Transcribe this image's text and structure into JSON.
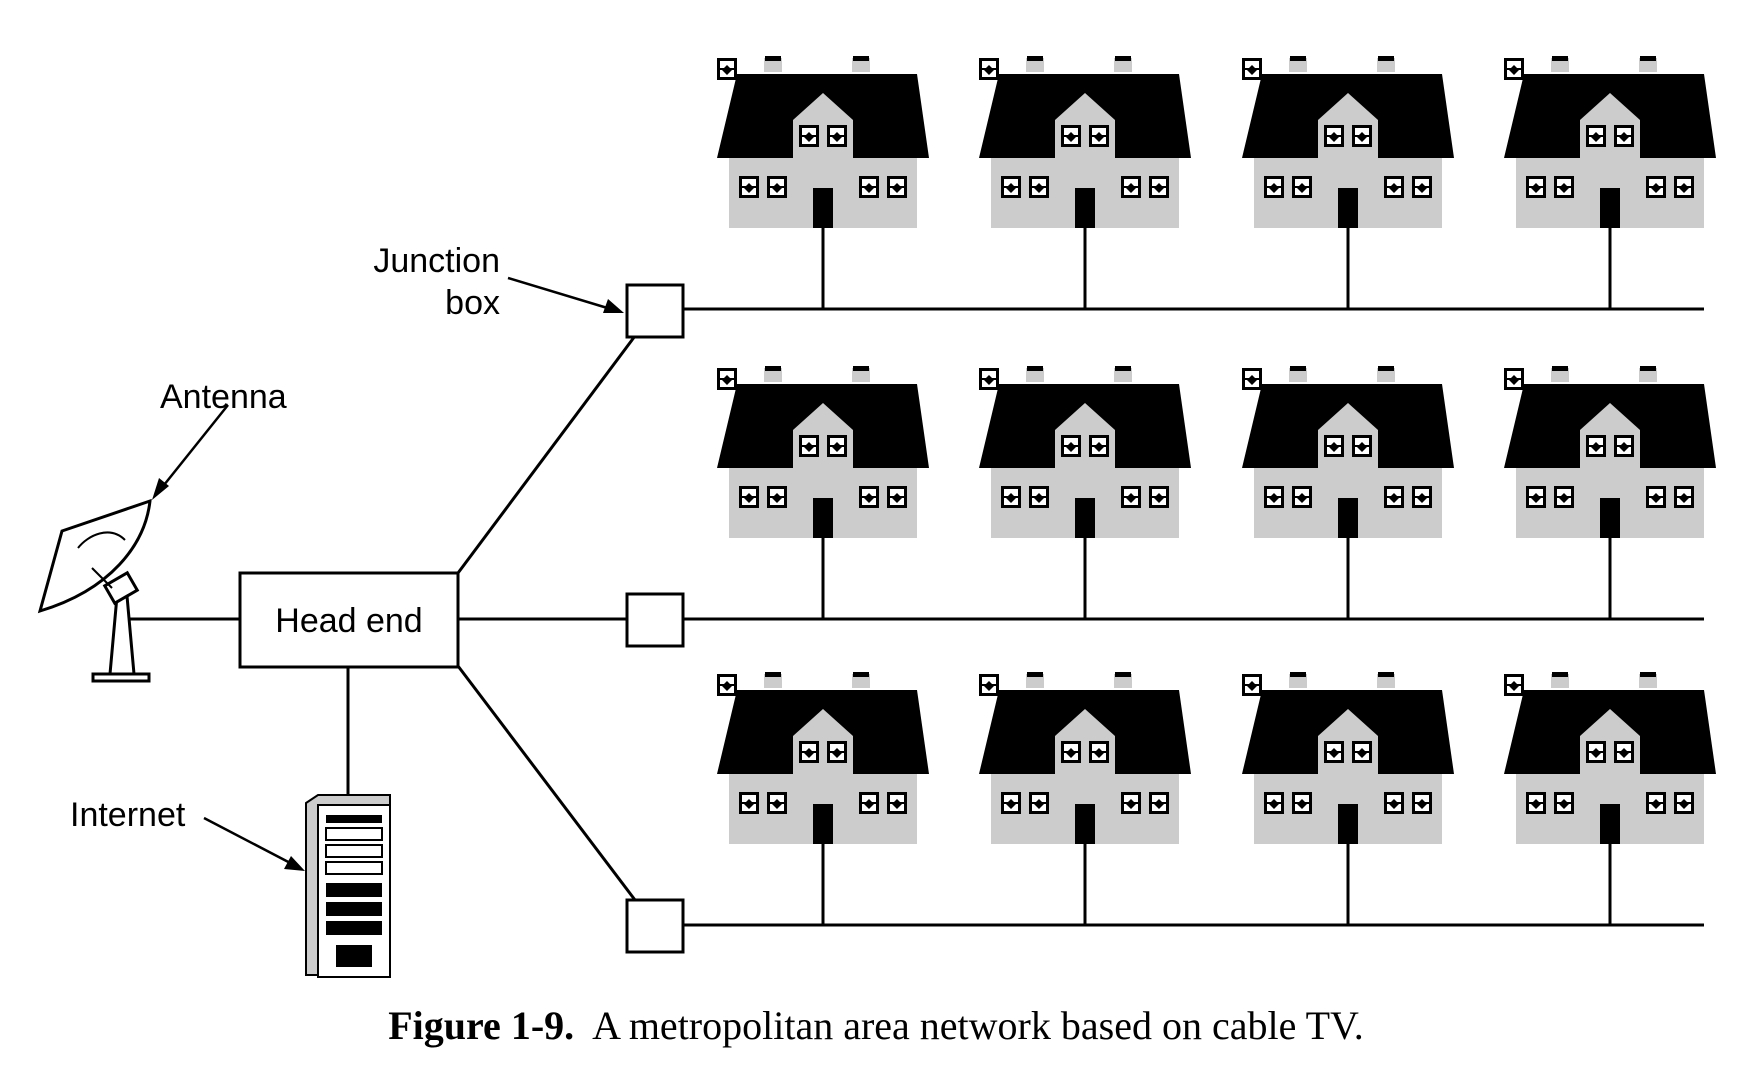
{
  "labels": {
    "junction_box": [
      "Junction",
      "box"
    ],
    "antenna": "Antenna",
    "head_end": "Head end",
    "internet": "Internet"
  },
  "caption": {
    "figure_number": "Figure 1-9.",
    "text": "A metropolitan area network based on cable TV."
  },
  "diagram": {
    "rows": 3,
    "houses_per_row": 4,
    "colors": {
      "roof": "#000000",
      "wall": "#cccccc",
      "line": "#000000"
    }
  }
}
